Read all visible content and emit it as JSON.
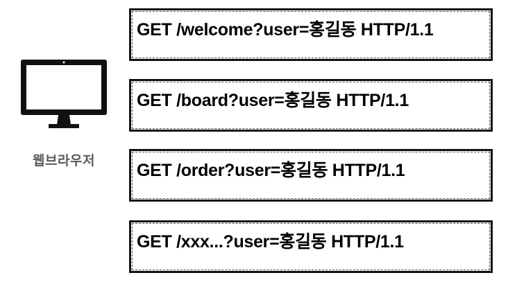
{
  "client": {
    "icon": "computer-monitor-icon",
    "label": "웹브라우저"
  },
  "requests": [
    {
      "text": "GET /welcome?user=홍길동 HTTP/1.1"
    },
    {
      "text": "GET /board?user=홍길동 HTTP/1.1"
    },
    {
      "text": "GET /order?user=홍길동 HTTP/1.1"
    },
    {
      "text": "GET /xxx...?user=홍길동 HTTP/1.1"
    }
  ],
  "colors": {
    "line": "#111111",
    "label": "#5a5a5a"
  }
}
